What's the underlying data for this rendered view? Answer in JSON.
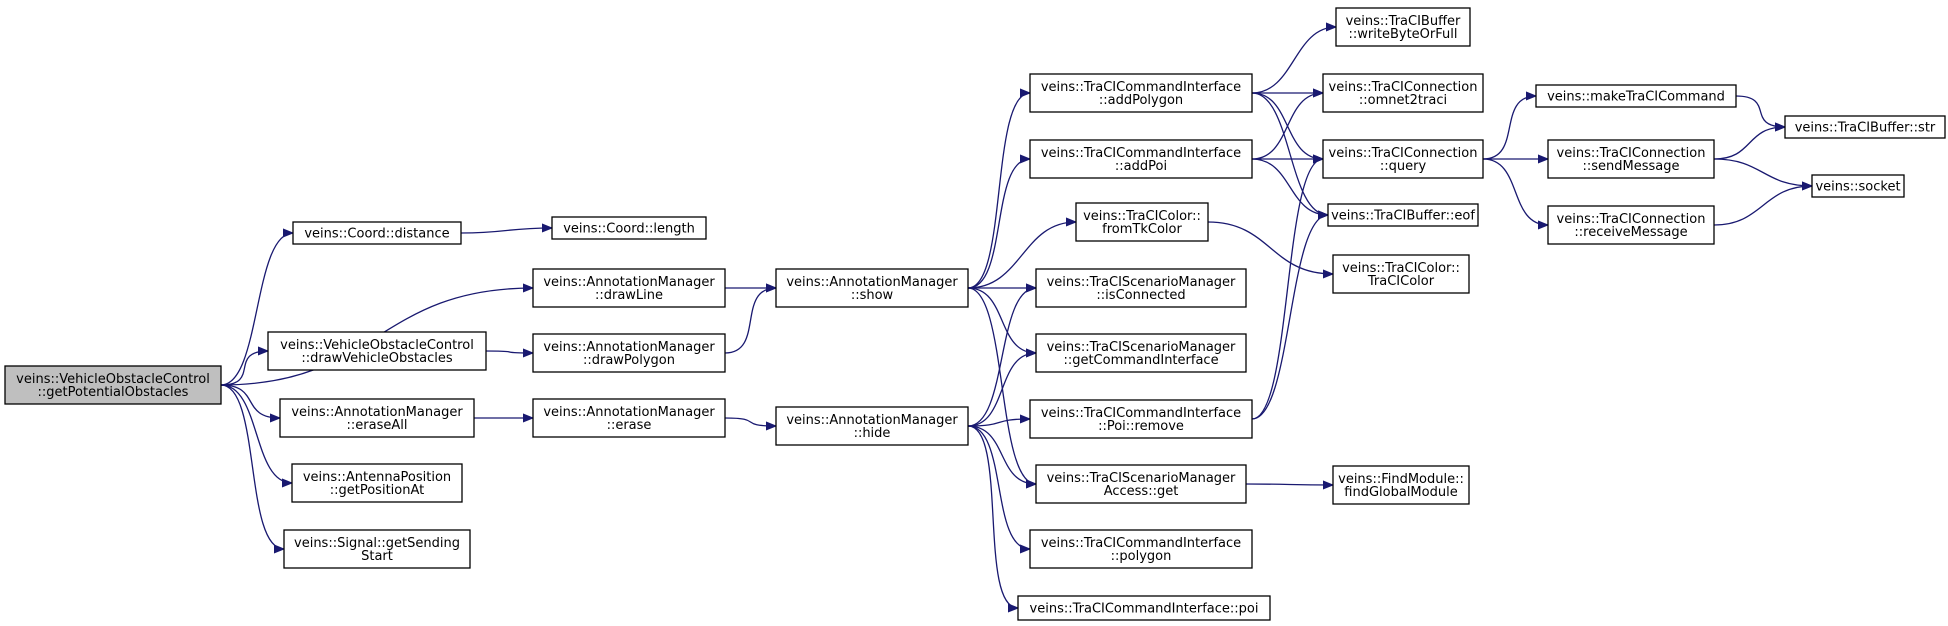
{
  "colors": {
    "edge": "#191970",
    "root_fill": "#bfbfbf",
    "node_fill": "#ffffff",
    "node_border": "#000000"
  },
  "nodes": [
    {
      "id": "root",
      "lines": [
        "veins::VehicleObstacleControl",
        "::getPotentialObstacles"
      ],
      "highlight": true
    },
    {
      "id": "coord_dist",
      "lines": [
        "veins::Coord::distance"
      ]
    },
    {
      "id": "coord_len",
      "lines": [
        "veins::Coord::length"
      ]
    },
    {
      "id": "am_drawline",
      "lines": [
        "veins::AnnotationManager",
        "::drawLine"
      ]
    },
    {
      "id": "voc_draw",
      "lines": [
        "veins::VehicleObstacleControl",
        "::drawVehicleObstacles"
      ]
    },
    {
      "id": "am_drawpoly",
      "lines": [
        "veins::AnnotationManager",
        "::drawPolygon"
      ]
    },
    {
      "id": "am_eraseall",
      "lines": [
        "veins::AnnotationManager",
        "::eraseAll"
      ]
    },
    {
      "id": "am_erase",
      "lines": [
        "veins::AnnotationManager",
        "::erase"
      ]
    },
    {
      "id": "ant_pos",
      "lines": [
        "veins::AntennaPosition",
        "::getPositionAt"
      ]
    },
    {
      "id": "sig_start",
      "lines": [
        "veins::Signal::getSending",
        "Start"
      ]
    },
    {
      "id": "am_show",
      "lines": [
        "veins::AnnotationManager",
        "::show"
      ]
    },
    {
      "id": "am_hide",
      "lines": [
        "veins::AnnotationManager",
        "::hide"
      ]
    },
    {
      "id": "tci_addpoly",
      "lines": [
        "veins::TraCICommandInterface",
        "::addPolygon"
      ]
    },
    {
      "id": "tci_addpoi",
      "lines": [
        "veins::TraCICommandInterface",
        "::addPoi"
      ]
    },
    {
      "id": "color_from",
      "lines": [
        "veins::TraCIColor::",
        "fromTkColor"
      ]
    },
    {
      "id": "tsm_conn",
      "lines": [
        "veins::TraCIScenarioManager",
        "::isConnected"
      ]
    },
    {
      "id": "tsm_getci",
      "lines": [
        "veins::TraCIScenarioManager",
        "::getCommandInterface"
      ]
    },
    {
      "id": "tci_remove",
      "lines": [
        "veins::TraCICommandInterface",
        "::Poi::remove"
      ]
    },
    {
      "id": "tsma_get",
      "lines": [
        "veins::TraCIScenarioManager",
        "Access::get"
      ]
    },
    {
      "id": "tci_polygon",
      "lines": [
        "veins::TraCICommandInterface",
        "::polygon"
      ]
    },
    {
      "id": "tci_poi",
      "lines": [
        "veins::TraCICommandInterface::poi"
      ]
    },
    {
      "id": "buf_write",
      "lines": [
        "veins::TraCIBuffer",
        "::writeByteOrFull"
      ]
    },
    {
      "id": "conn_o2t",
      "lines": [
        "veins::TraCIConnection",
        "::omnet2traci"
      ]
    },
    {
      "id": "conn_query",
      "lines": [
        "veins::TraCIConnection",
        "::query"
      ]
    },
    {
      "id": "buf_eof",
      "lines": [
        "veins::TraCIBuffer::eof"
      ]
    },
    {
      "id": "color_ctor",
      "lines": [
        "veins::TraCIColor::",
        "TraCIColor"
      ]
    },
    {
      "id": "fm_find",
      "lines": [
        "veins::FindModule::",
        "findGlobalModule"
      ]
    },
    {
      "id": "make_cmd",
      "lines": [
        "veins::makeTraCICommand"
      ]
    },
    {
      "id": "conn_send",
      "lines": [
        "veins::TraCIConnection",
        "::sendMessage"
      ]
    },
    {
      "id": "conn_recv",
      "lines": [
        "veins::TraCIConnection",
        "::receiveMessage"
      ]
    },
    {
      "id": "buf_str",
      "lines": [
        "veins::TraCIBuffer::str"
      ]
    },
    {
      "id": "socket",
      "lines": [
        "veins::socket"
      ]
    }
  ],
  "edges": [
    [
      "root",
      "coord_dist"
    ],
    [
      "root",
      "am_drawline"
    ],
    [
      "root",
      "voc_draw"
    ],
    [
      "root",
      "am_eraseall"
    ],
    [
      "root",
      "ant_pos"
    ],
    [
      "root",
      "sig_start"
    ],
    [
      "coord_dist",
      "coord_len"
    ],
    [
      "am_drawline",
      "am_show"
    ],
    [
      "voc_draw",
      "am_drawpoly"
    ],
    [
      "am_drawpoly",
      "am_show"
    ],
    [
      "am_eraseall",
      "am_erase"
    ],
    [
      "am_erase",
      "am_hide"
    ],
    [
      "am_show",
      "tci_addpoly"
    ],
    [
      "am_show",
      "tci_addpoi"
    ],
    [
      "am_show",
      "color_from"
    ],
    [
      "am_show",
      "tsm_conn"
    ],
    [
      "am_show",
      "tsm_getci"
    ],
    [
      "am_show",
      "tsma_get"
    ],
    [
      "am_hide",
      "tsm_conn"
    ],
    [
      "am_hide",
      "tsm_getci"
    ],
    [
      "am_hide",
      "tci_remove"
    ],
    [
      "am_hide",
      "tsma_get"
    ],
    [
      "am_hide",
      "tci_polygon"
    ],
    [
      "am_hide",
      "tci_poi"
    ],
    [
      "tci_addpoly",
      "buf_write"
    ],
    [
      "tci_addpoly",
      "conn_o2t"
    ],
    [
      "tci_addpoly",
      "conn_query"
    ],
    [
      "tci_addpoly",
      "buf_eof"
    ],
    [
      "tci_addpoi",
      "conn_o2t"
    ],
    [
      "tci_addpoi",
      "conn_query"
    ],
    [
      "tci_addpoi",
      "buf_eof"
    ],
    [
      "color_from",
      "color_ctor"
    ],
    [
      "tci_remove",
      "conn_query"
    ],
    [
      "tci_remove",
      "buf_eof"
    ],
    [
      "tsma_get",
      "fm_find"
    ],
    [
      "conn_query",
      "make_cmd"
    ],
    [
      "conn_query",
      "conn_send"
    ],
    [
      "conn_query",
      "conn_recv"
    ],
    [
      "make_cmd",
      "buf_str"
    ],
    [
      "conn_send",
      "buf_str"
    ],
    [
      "conn_send",
      "socket"
    ],
    [
      "conn_recv",
      "socket"
    ]
  ]
}
